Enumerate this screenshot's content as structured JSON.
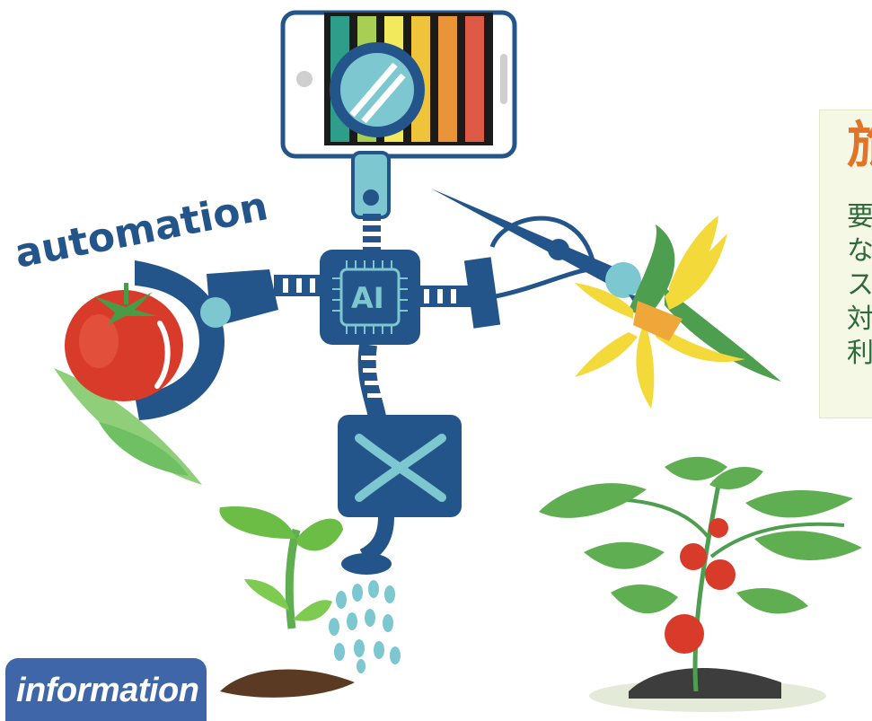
{
  "labels": {
    "automation": "automation",
    "ai": "AI",
    "information": "information"
  },
  "panel": {
    "heading": "旅",
    "lines": [
      "要",
      "な",
      "ス",
      "対",
      "利"
    ]
  },
  "colors": {
    "robot_blue": "#24558a",
    "accent_teal": "#7cc7d0",
    "tomato_red": "#d93b2b",
    "leaf_green": "#5fae52",
    "flower_yellow": "#f3d93a",
    "panel_bg": "#f6f8e6",
    "panel_heading": "#e2742a",
    "panel_text": "#2f6a3c",
    "info_box": "#3f66a8"
  },
  "spectrum_colors": [
    "#2e9e8a",
    "#a8cf54",
    "#f2e95c",
    "#f0c43a",
    "#e99438",
    "#df5a45"
  ],
  "icons": [
    "smartphone-icon",
    "magnifier-icon",
    "ai-chip-icon",
    "water-sprayer-icon",
    "pollinator-brush-icon",
    "gripper-icon"
  ]
}
